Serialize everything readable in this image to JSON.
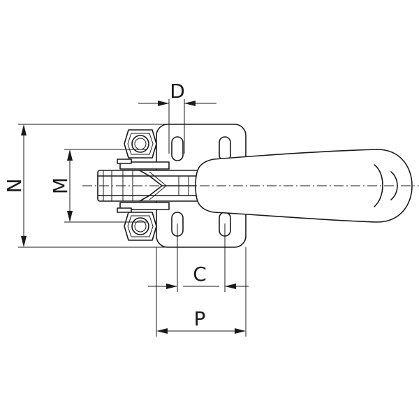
{
  "dimensions": {
    "D": "D",
    "N": "N",
    "M": "M",
    "C": "C",
    "P": "P"
  },
  "colors": {
    "line": "#1a1a1a",
    "background": "#ffffff"
  }
}
